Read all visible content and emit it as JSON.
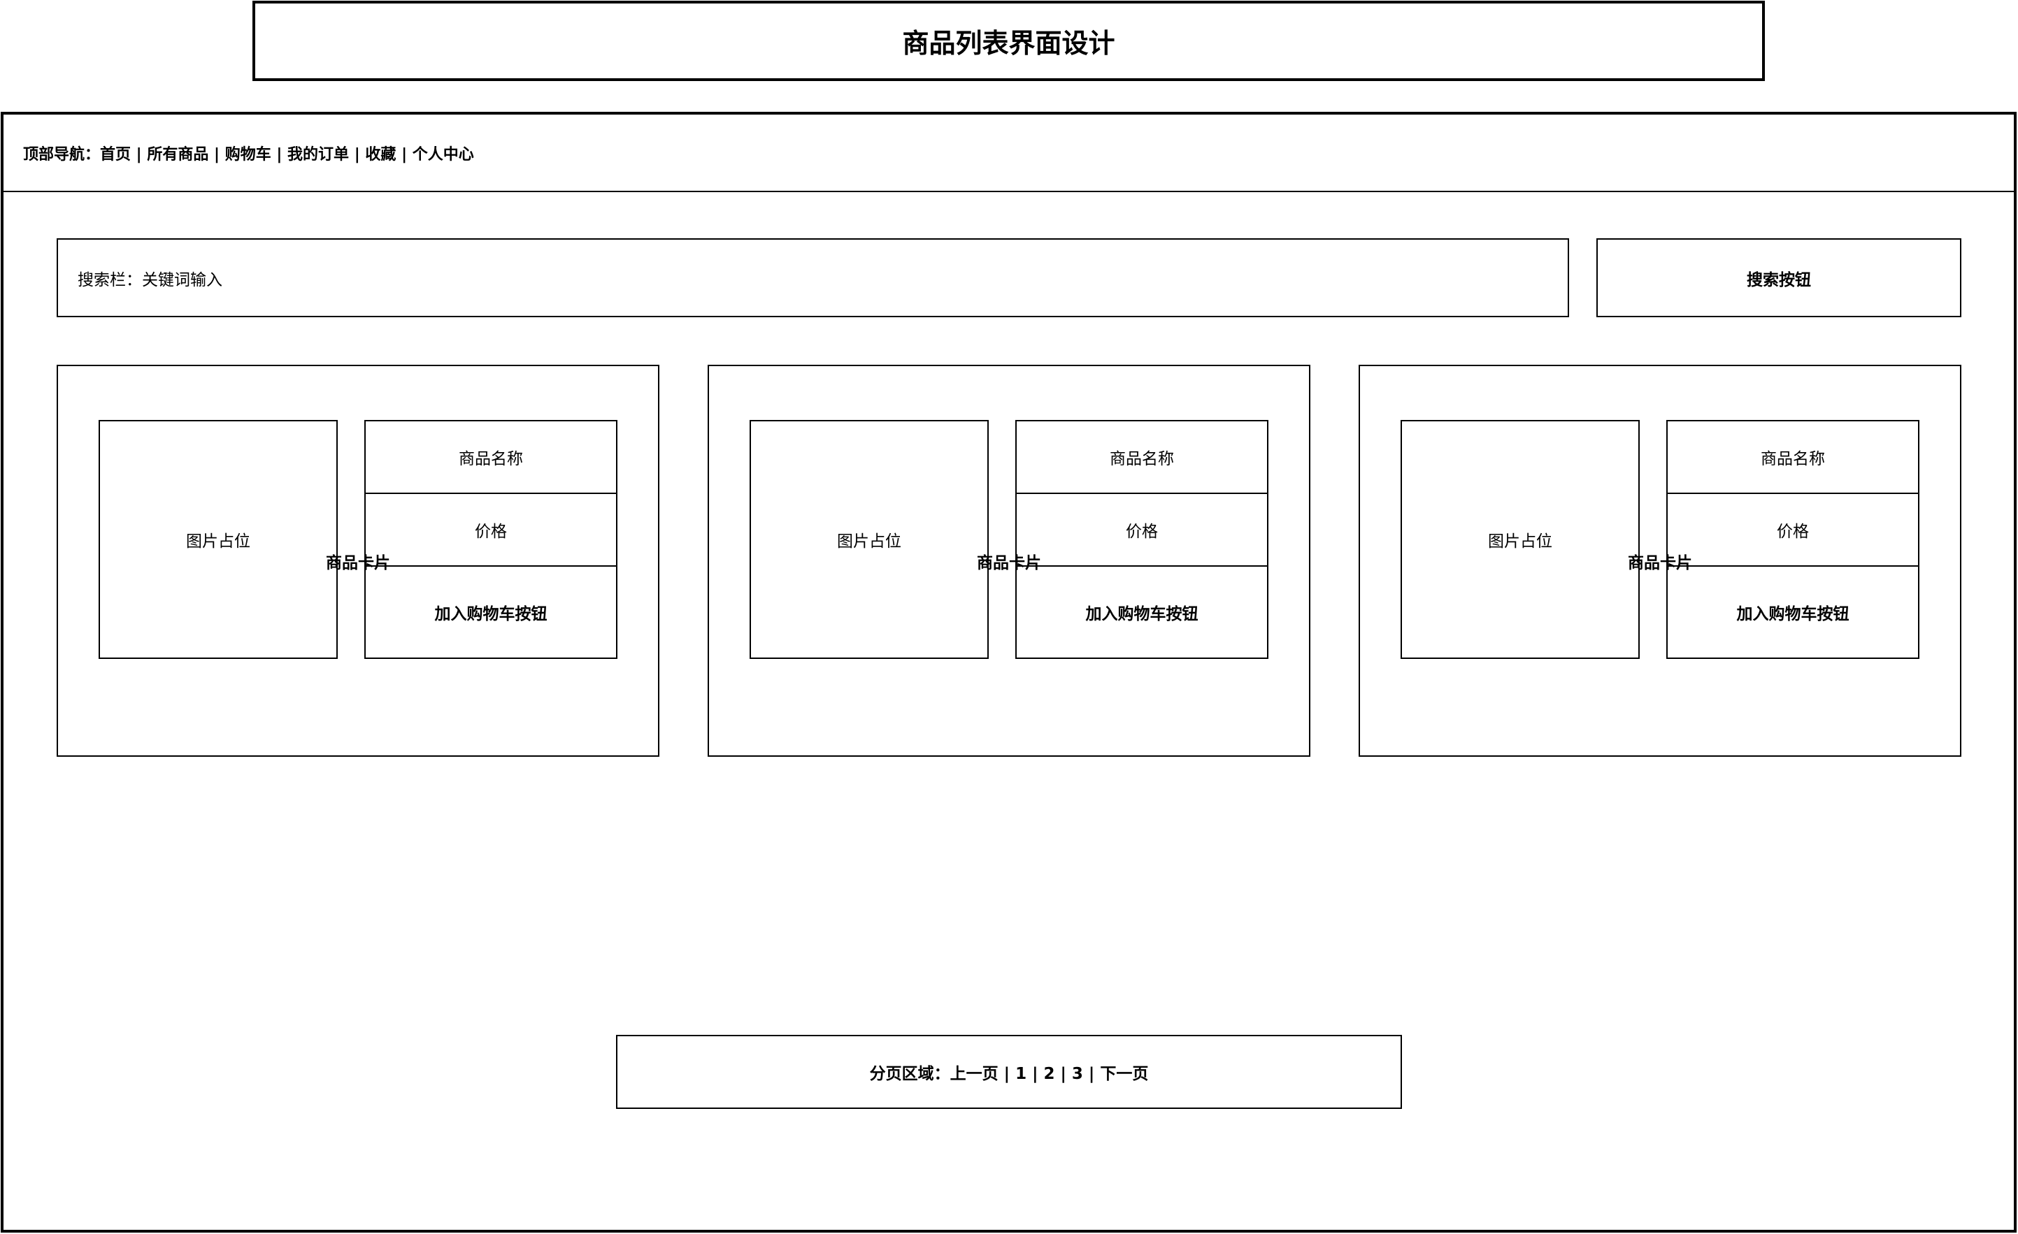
{
  "title": "商品列表界面设计",
  "nav": {
    "label": "顶部导航：首页 | 所有商品 | 购物车 | 我的订单 | 收藏 | 个人中心"
  },
  "search": {
    "input_label": "搜索栏：关键词输入",
    "button_label": "搜索按钮"
  },
  "cards": [
    {
      "card_label": "商品卡片",
      "image": "图片占位",
      "name": "商品名称",
      "price": "价格",
      "cart_button": "加入购物车按钮"
    },
    {
      "card_label": "商品卡片",
      "image": "图片占位",
      "name": "商品名称",
      "price": "价格",
      "cart_button": "加入购物车按钮"
    },
    {
      "card_label": "商品卡片",
      "image": "图片占位",
      "name": "商品名称",
      "price": "价格",
      "cart_button": "加入购物车按钮"
    }
  ],
  "pagination": {
    "label": "分页区域：上一页 | 1 | 2 | 3 | 下一页"
  }
}
